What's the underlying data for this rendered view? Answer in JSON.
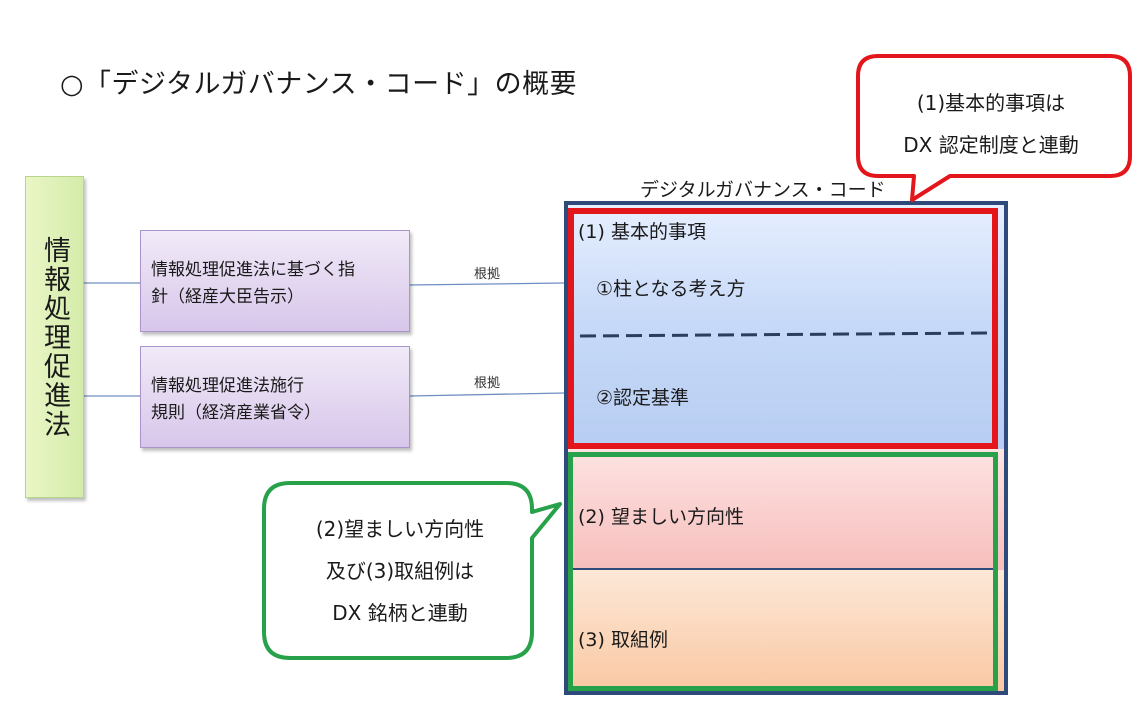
{
  "title": "○「デジタルガバナンス・コード」の概要",
  "law": {
    "label": "情報処理促進法"
  },
  "guidelines": [
    {
      "line1": "情報処理促進法に基づく指",
      "line2": "針（経産大臣告示）"
    },
    {
      "line1": "情報処理促進法施行",
      "line2": "規則（経済産業省令）"
    }
  ],
  "relation_label": "根拠",
  "code": {
    "title": "デジタルガバナンス・コード",
    "basic": "(1) 基本的事項",
    "pillar": "①柱となる考え方",
    "criteria": "②認定基準",
    "direction": "(2) 望ましい方向性",
    "example": "(3) 取組例"
  },
  "callouts": {
    "red": {
      "line1": "(1)基本的事項は",
      "line2": "DX 認定制度と連動"
    },
    "green": {
      "line1": "(2)望ましい方向性",
      "line2": "及び(3)取組例は",
      "line3": "DX 銘柄と連動"
    }
  },
  "colors": {
    "red_frame": "#e3161c",
    "green_frame": "#27a24a",
    "navy_frame": "#2d4a7a",
    "connector": "#5b7fb5"
  }
}
